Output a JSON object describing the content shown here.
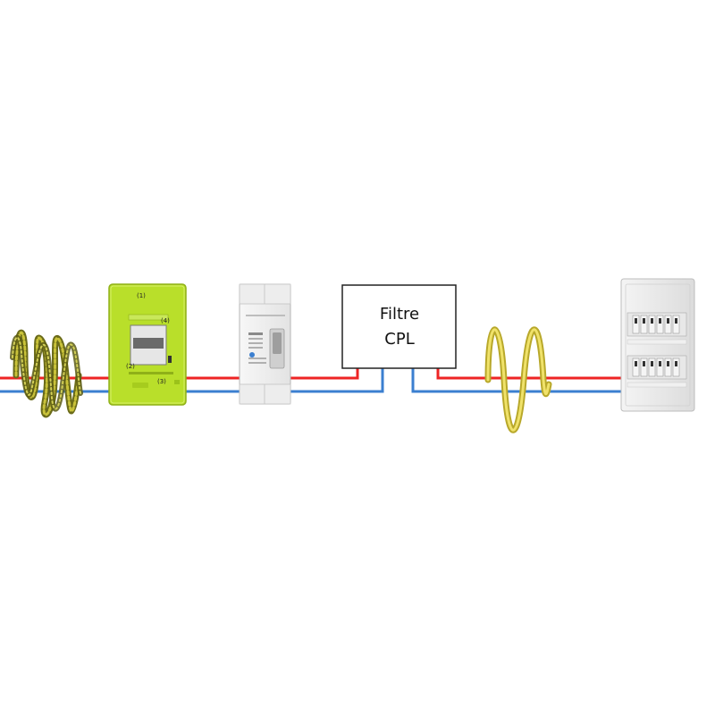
{
  "filter": {
    "line1": "Filtre",
    "line2": "CPL"
  },
  "meter": {
    "label_1": "(1)",
    "label_2": "(2)",
    "label_3": "(3)",
    "label_4": "(4)"
  },
  "colors": {
    "phase_wire": "#ee2424",
    "neutral_wire": "#3b7fd0",
    "noisy_signal": "#8a8a2a",
    "clean_signal": "#e0d04a",
    "meter_body": "#b9df2a"
  },
  "icons": {
    "meter": "electric-meter-icon",
    "breaker": "main-breaker-icon",
    "panel": "distribution-panel-icon",
    "noisy_signal": "noisy-signal-wave-icon",
    "clean_signal": "clean-signal-wave-icon"
  }
}
